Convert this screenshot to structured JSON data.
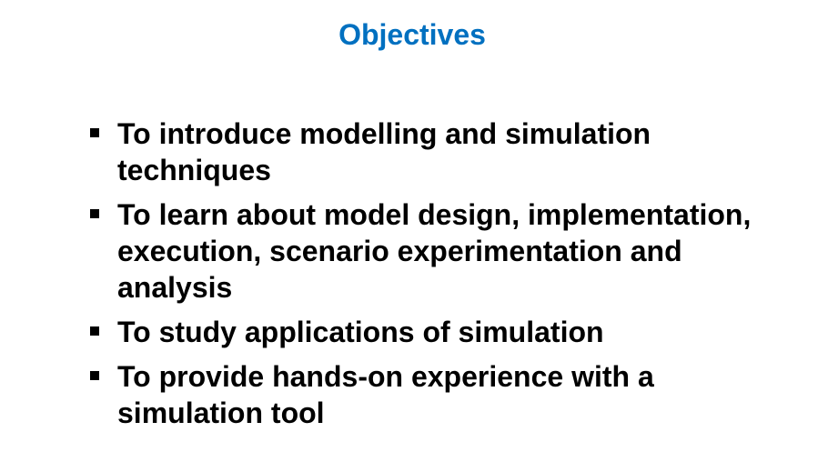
{
  "slide": {
    "title": "Objectives",
    "title_color": "#0070c0",
    "bullets": [
      "To introduce modelling and simulation techniques",
      "To learn about model design, implementation, execution, scenario experimentation and analysis",
      "To study applications of simulation",
      "To provide hands-on experience with a simulation tool"
    ]
  }
}
